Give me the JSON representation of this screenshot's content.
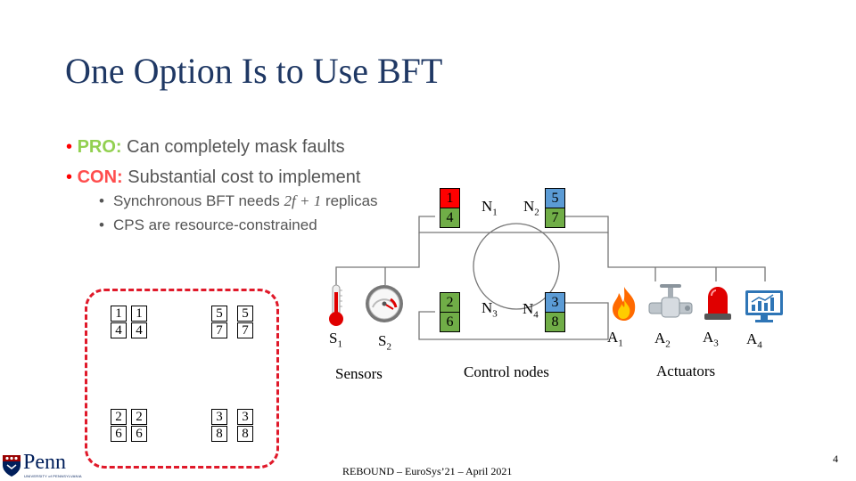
{
  "slide": {
    "title": "One Option Is to Use BFT",
    "bullets": [
      {
        "label": "PRO:",
        "text": " Can completely mask faults"
      },
      {
        "label": "CON:",
        "text": " Substantial cost to implement"
      }
    ],
    "sub_bullets": {
      "first_prefix": "Synchronous BFT needs ",
      "first_math": "2f + 1",
      "first_suffix": " replicas",
      "second": "CPS are resource-constrained"
    },
    "dashed_group": {
      "row1": [
        "1",
        "1",
        "5",
        "5"
      ],
      "row2": [
        "4",
        "4",
        "7",
        "7"
      ],
      "row3": [
        "2",
        "2",
        "3",
        "3"
      ],
      "row4": [
        "6",
        "6",
        "8",
        "8"
      ]
    },
    "control_nodes": [
      {
        "top": "1",
        "bottom": "4",
        "name": "N",
        "sub": "1"
      },
      {
        "top": "5",
        "bottom": "7",
        "name": "N",
        "sub": "2"
      },
      {
        "top": "2",
        "bottom": "6",
        "name": "N",
        "sub": "3"
      },
      {
        "top": "3",
        "bottom": "8",
        "name": "N",
        "sub": "4"
      }
    ],
    "sensors": [
      {
        "name": "S",
        "sub": "1",
        "icon": "thermometer-icon"
      },
      {
        "name": "S",
        "sub": "2",
        "icon": "pressure-gauge-icon"
      }
    ],
    "actuators": [
      {
        "name": "A",
        "sub": "1",
        "icon": "fire-icon"
      },
      {
        "name": "A",
        "sub": "2",
        "icon": "valve-icon"
      },
      {
        "name": "A",
        "sub": "3",
        "icon": "siren-icon"
      },
      {
        "name": "A",
        "sub": "4",
        "icon": "monitor-chart-icon"
      }
    ],
    "group_labels": {
      "sensors": "Sensors",
      "control": "Control nodes",
      "actuators": "Actuators"
    },
    "footer": {
      "text": "REBOUND – EuroSys’21 – April 2021",
      "page": "4",
      "logo_text": "Penn",
      "logo_subtext": "UNIVERSITY of PENNSYLVANIA"
    },
    "colors": {
      "title": "#1f3864",
      "bullet_red": "#ff0000",
      "pro": "#92d050",
      "con": "#ff4d4d",
      "red_node": "#ff0000",
      "green_node": "#70ad47",
      "blue_node": "#5b9bd5",
      "dashed": "#e0192a"
    }
  }
}
